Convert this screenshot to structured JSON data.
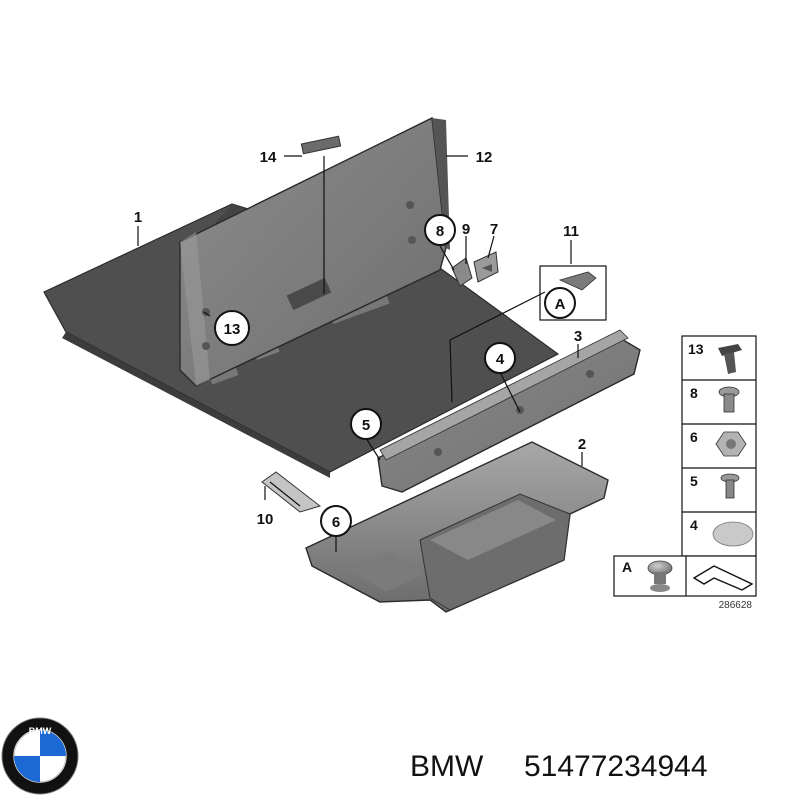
{
  "callouts": [
    {
      "id": "c1",
      "text": "1",
      "boxed": false
    },
    {
      "id": "c2",
      "text": "2",
      "boxed": false
    },
    {
      "id": "c3",
      "text": "3",
      "boxed": false
    },
    {
      "id": "c4",
      "text": "4",
      "boxed": true
    },
    {
      "id": "c5",
      "text": "5",
      "boxed": true
    },
    {
      "id": "c6",
      "text": "6",
      "boxed": true
    },
    {
      "id": "c7",
      "text": "7",
      "boxed": false
    },
    {
      "id": "c8",
      "text": "8",
      "boxed": true
    },
    {
      "id": "c9",
      "text": "9",
      "boxed": false
    },
    {
      "id": "c10",
      "text": "10",
      "boxed": false
    },
    {
      "id": "c11",
      "text": "11",
      "boxed": false
    },
    {
      "id": "c12",
      "text": "12",
      "boxed": false
    },
    {
      "id": "c13",
      "text": "13",
      "boxed": true
    },
    {
      "id": "c14",
      "text": "14",
      "boxed": false
    },
    {
      "id": "cA",
      "text": "A",
      "boxed": true
    }
  ],
  "parts_table": {
    "rows": [
      {
        "label": "13"
      },
      {
        "label": "8"
      },
      {
        "label": "6"
      },
      {
        "label": "5"
      },
      {
        "label": "4"
      }
    ],
    "detail_label": "A",
    "diagram_number": "286628"
  },
  "footer": {
    "brand": "BMW",
    "part_number": "51477234944",
    "logo_text": "BMW",
    "logo_colors": {
      "blue": "#1c69d4",
      "white": "#ffffff",
      "ring": "#111111"
    }
  },
  "colors": {
    "part_dark": "#5d5d5d",
    "part_mid": "#8a8a8a",
    "part_light": "#b3b3b3",
    "outline": "#2a2a2a"
  }
}
